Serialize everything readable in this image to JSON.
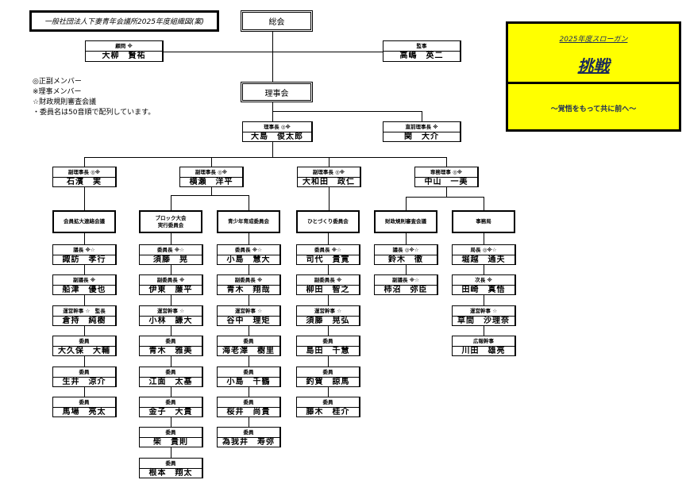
{
  "title": "一般社団法人下妻青年会議所2025年度組織図(案)",
  "general_assembly": "総会",
  "board": "理事会",
  "advisor": {
    "role": "顧問 ※",
    "name": "大柳　賢祐"
  },
  "auditor": {
    "role": "監事",
    "name": "高嶋　英二"
  },
  "legend": [
    "◎正副メンバー",
    "※理事メンバー",
    "☆財政規則審査会議",
    "・委員名は50音順で配列しています。"
  ],
  "president": {
    "role": "理事長 ◎※",
    "name": "大島　俊太郎"
  },
  "past_president": {
    "role": "直前理事長 ※",
    "name": "関　大介"
  },
  "vice": [
    {
      "role": "副理事長 ◎※",
      "name": "石濱　実"
    },
    {
      "role": "副理事長 ◎※",
      "name": "横瀬　洋平"
    },
    {
      "role": "副理事長 ◎※",
      "name": "大和田　政仁"
    },
    {
      "role": "専務理事 ◎※",
      "name": "中山　一美"
    }
  ],
  "slogan": {
    "heading": "2025年度スローガン",
    "main": "挑戦",
    "sub": "～覚悟をもって共に前へ～"
  },
  "committees": [
    {
      "name": "会員拡大連絡会議",
      "members": [
        {
          "role": "議長 ※☆",
          "name": "諏訪　孝行"
        },
        {
          "role": "副議長 ※",
          "name": "船津　優也"
        },
        {
          "role": "運営幹事 ☆　監長",
          "name": "倉持　純樹"
        },
        {
          "role": "委員",
          "name": "大久保　大輔"
        },
        {
          "role": "委員",
          "name": "生井　涼介"
        },
        {
          "role": "委員",
          "name": "馬場　亮太"
        }
      ]
    },
    {
      "name": "ブロック大会\n実行委員会",
      "members": [
        {
          "role": "委員長 ※☆",
          "name": "須藤　晃"
        },
        {
          "role": "副委員長 ※",
          "name": "伊東　廉平"
        },
        {
          "role": "運営幹事 ☆",
          "name": "小林　謙大"
        },
        {
          "role": "委員",
          "name": "青木　雅美"
        },
        {
          "role": "委員",
          "name": "江面　太基"
        },
        {
          "role": "委員",
          "name": "金子　大貴"
        },
        {
          "role": "委員",
          "name": "柴　貴則"
        },
        {
          "role": "委員",
          "name": "根本　翔太"
        }
      ]
    },
    {
      "name": "青少年育成委員会",
      "members": [
        {
          "role": "委員長 ※☆",
          "name": "小島　慧大"
        },
        {
          "role": "副委員長 ※",
          "name": "青木　翔哉"
        },
        {
          "role": "運営幹事 ☆",
          "name": "谷中　理矩"
        },
        {
          "role": "委員",
          "name": "海老澤　樹里"
        },
        {
          "role": "委員",
          "name": "小島　千鶴"
        },
        {
          "role": "委員",
          "name": "桜井　尚貴"
        },
        {
          "role": "委員",
          "name": "為我井　寿弥"
        }
      ]
    },
    {
      "name": "ひとづくり委員会",
      "members": [
        {
          "role": "委員長 ※☆",
          "name": "司代　貴寛"
        },
        {
          "role": "副委員長 ※",
          "name": "柳田　智之"
        },
        {
          "role": "運営幹事 ☆",
          "name": "須藤　晃弘"
        },
        {
          "role": "委員",
          "name": "島田　千慧"
        },
        {
          "role": "委員",
          "name": "釣賀　諒馬"
        },
        {
          "role": "委員",
          "name": "藤木　桂介"
        }
      ]
    },
    {
      "name": "財政規則審査会議",
      "members": [
        {
          "role": "議長 ◎※☆",
          "name": "鈴木　徹"
        },
        {
          "role": "副議長 ※☆",
          "name": "柿沼　弥臣"
        }
      ]
    },
    {
      "name": "事務局",
      "members": [
        {
          "role": "局長 ◎※☆",
          "name": "堀越　通夫"
        },
        {
          "role": "次長 ※",
          "name": "田崎　真悟"
        },
        {
          "role": "運営幹事 ☆",
          "name": "草間　沙理奈"
        },
        {
          "role": "広報幹事",
          "name": "川田　雄亮"
        }
      ]
    }
  ]
}
